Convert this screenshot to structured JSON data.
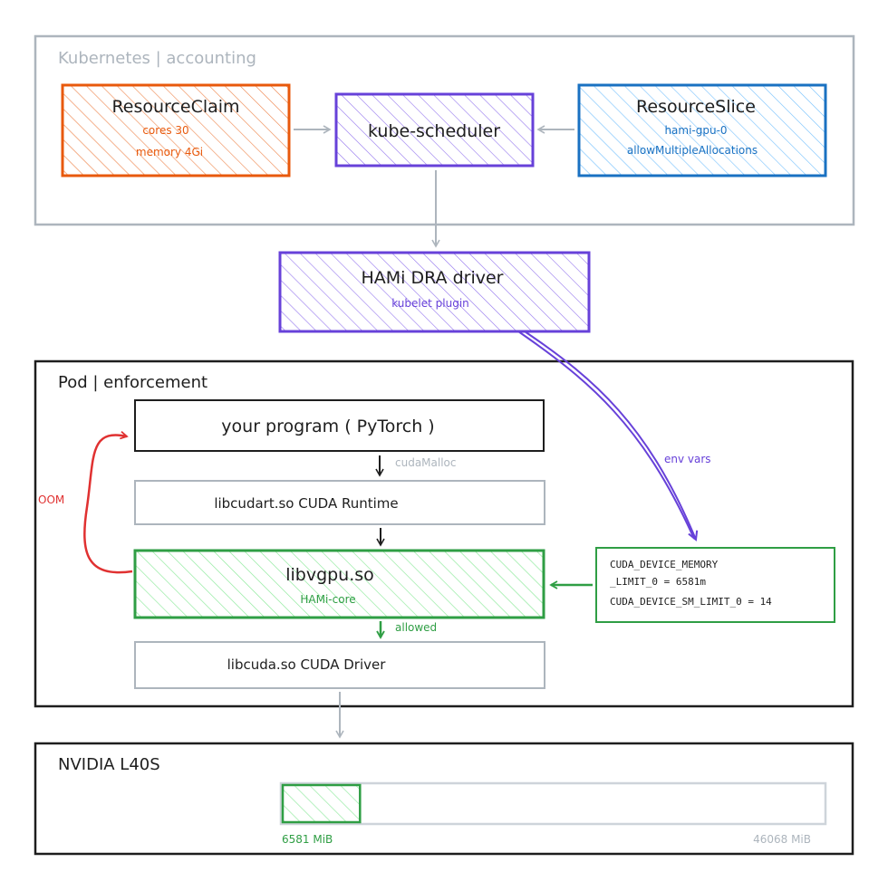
{
  "colors": {
    "orange": "#e8590c",
    "purple": "#6741d9",
    "blue": "#1971c2",
    "green": "#2f9e44",
    "red": "#e03131",
    "grey": "#adb5bd",
    "dark": "#1e1e1e"
  },
  "groups": {
    "kubernetes": "Kubernetes | accounting",
    "pod": "Pod | enforcement",
    "gpu": "NVIDIA L40S"
  },
  "resource_claim": {
    "title": "ResourceClaim",
    "line1": "cores 30",
    "line2": "memory 4Gi"
  },
  "kube_scheduler": {
    "title": "kube-scheduler"
  },
  "resource_slice": {
    "title": "ResourceSlice",
    "line1": "hami-gpu-0",
    "line2": "allowMultipleAllocations"
  },
  "hami_driver": {
    "title": "HAMi DRA driver",
    "subtitle": "kubelet plugin"
  },
  "program": {
    "title": "your program ( PyTorch )"
  },
  "libcudart": {
    "title": "libcudart.so CUDA Runtime"
  },
  "libvgpu": {
    "title": "libvgpu.so",
    "subtitle": "HAMi-core"
  },
  "libcuda": {
    "title": "libcuda.so CUDA Driver"
  },
  "env_box": {
    "line1": "CUDA_DEVICE_MEMORY",
    "line2": "_LIMIT_0 = 6581m",
    "line3": "CUDA_DEVICE_SM_LIMIT_0 = 14"
  },
  "labels": {
    "cuda_malloc": "cudaMalloc",
    "allowed": "allowed",
    "oom": "OOM",
    "env_vars": "env vars"
  },
  "memory_bar": {
    "used_label": "6581 MiB",
    "total_label": "46068 MiB",
    "used_mib": 6581,
    "total_mib": 46068
  }
}
